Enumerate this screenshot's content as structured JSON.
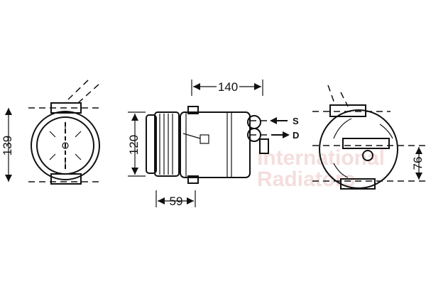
{
  "watermark": {
    "line1": "International",
    "line2": "Radiators",
    "color": "#f2d6d6"
  },
  "dimensions": {
    "front_height": "139",
    "side_length": "140",
    "side_height": "120",
    "pulley_width": "59",
    "rear_offset": "76"
  },
  "ports": {
    "suction": "S",
    "discharge": "D"
  }
}
